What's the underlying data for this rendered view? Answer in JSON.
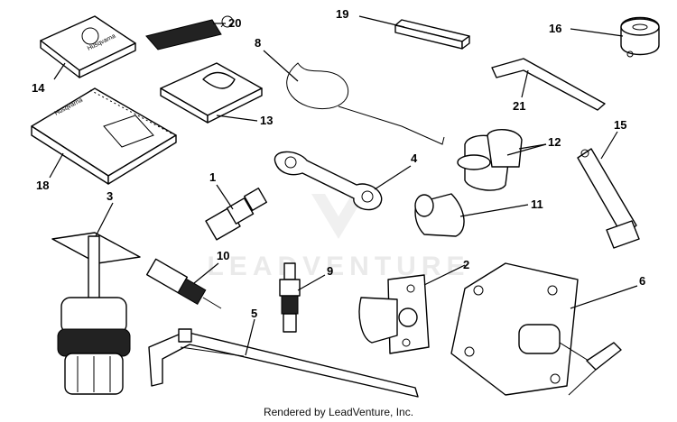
{
  "watermark": "LEADVENTURE",
  "footer": "Rendered by LeadVenture, Inc.",
  "book_labels": {
    "manual_14": "Husqvarna",
    "manual_18": "Husqvarna"
  },
  "callouts": {
    "c1": "1",
    "c2": "2",
    "c3": "3",
    "c4": "4",
    "c5": "5",
    "c6": "6",
    "c8": "8",
    "c9": "9",
    "c10": "10",
    "c11": "11",
    "c12": "12",
    "c13": "13",
    "c14": "14",
    "c15": "15",
    "c16": "16",
    "c18": "18",
    "c19": "19",
    "c20": "20",
    "c21": "21"
  }
}
